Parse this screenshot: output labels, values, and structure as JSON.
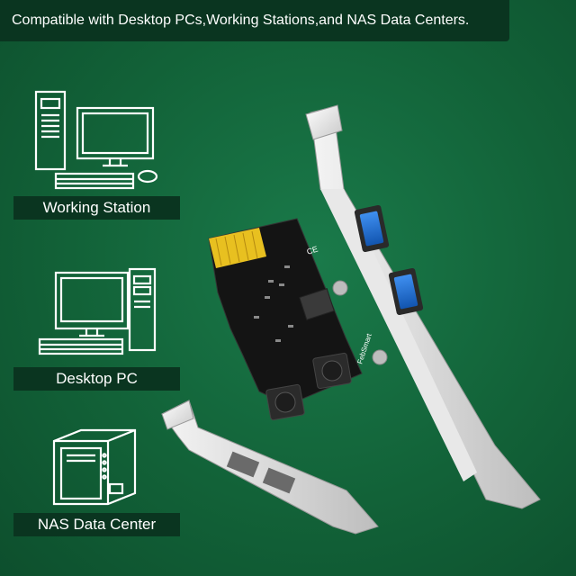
{
  "banner": {
    "text": "Compatible with Desktop PCs,Working Stations,and NAS Data Centers."
  },
  "devices": [
    {
      "label": "Working Station",
      "icon": "workstation-icon"
    },
    {
      "label": "Desktop PC",
      "icon": "desktop-pc-icon"
    },
    {
      "label": "NAS Data Center",
      "icon": "nas-icon"
    }
  ],
  "product": {
    "brand_print": "FebSmart",
    "ce_mark": "CE",
    "icon": "pcie-usb-card"
  },
  "colors": {
    "background": "#126238",
    "label_bg": "#0a3520",
    "usb_blue": "#1e6fd0",
    "gold": "#e8c020"
  }
}
